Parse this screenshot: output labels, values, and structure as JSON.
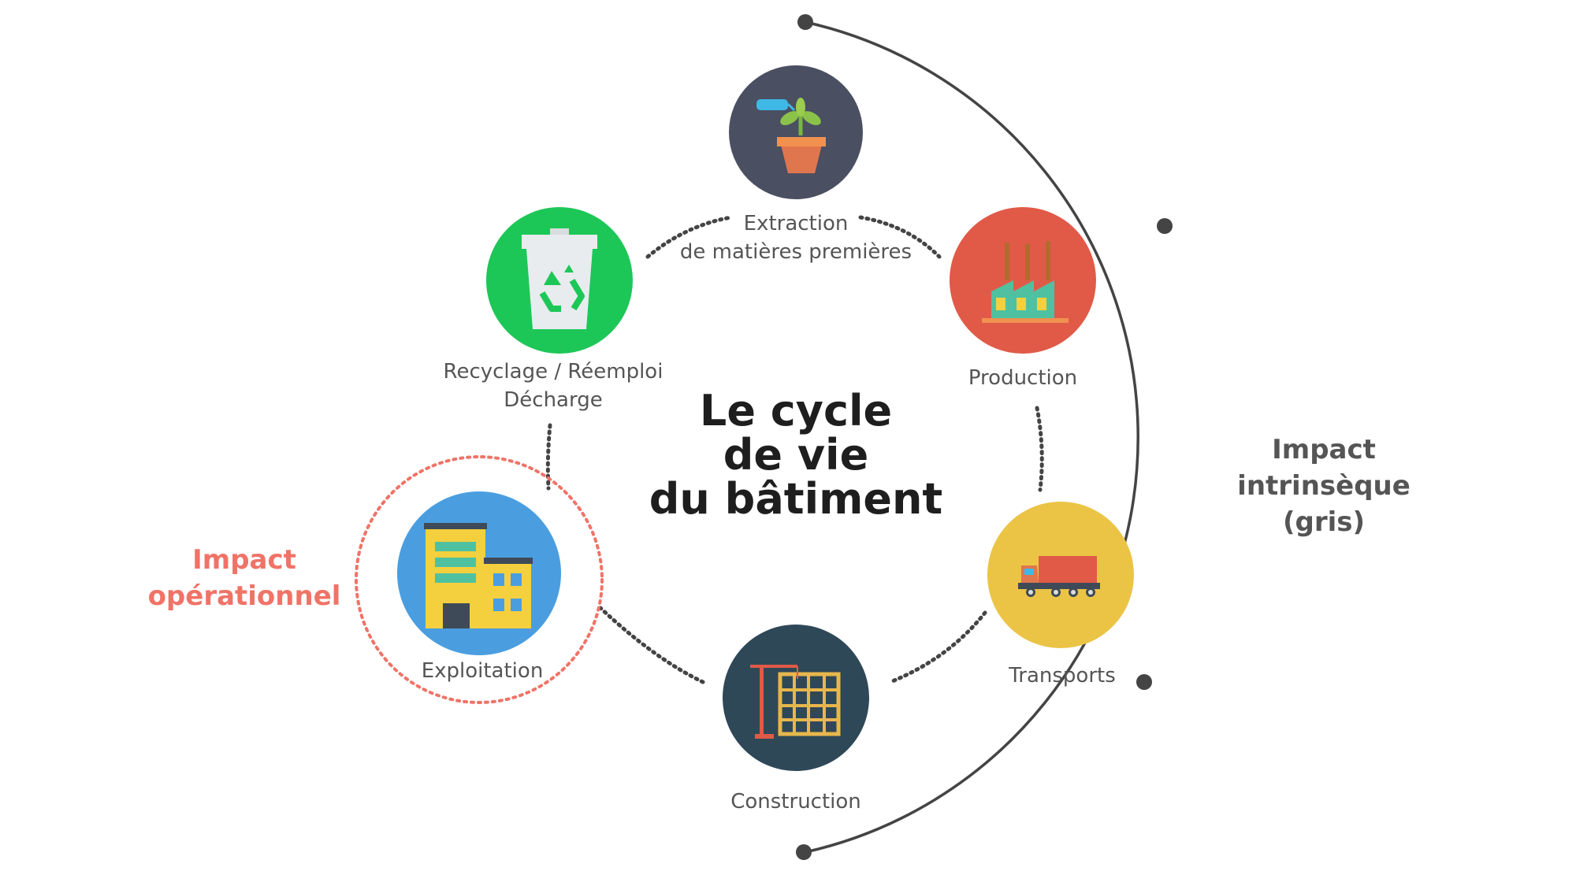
{
  "center_title": {
    "line1": "Le cycle",
    "line2": "de vie",
    "line3": "du bâtiment"
  },
  "stages": {
    "extraction": {
      "line1": "Extraction",
      "line2": "de matières premières",
      "color": "#4a4f61",
      "icon": "plant-pot-icon"
    },
    "production": {
      "label": "Production",
      "color": "#e05a47",
      "icon": "factory-icon"
    },
    "transports": {
      "label": "Transports",
      "color": "#ebc446",
      "icon": "truck-icon"
    },
    "construction": {
      "label": "Construction",
      "color": "#2f4858",
      "icon": "crane-building-icon"
    },
    "exploitation": {
      "label": "Exploitation",
      "color": "#4a9ee0",
      "icon": "office-building-icon"
    },
    "recyclage": {
      "line1": "Recyclage / Réemploi",
      "line2": "Décharge",
      "color": "#1dc757",
      "icon": "recycle-bin-icon"
    }
  },
  "impact_operationnel": {
    "line1": "Impact",
    "line2": "opérationnel",
    "color": "#f07367"
  },
  "impact_intrinseque": {
    "line1": "Impact",
    "line2": "intrinsèque",
    "line3": "(gris)",
    "color": "#555555"
  },
  "colors": {
    "text": "#555555",
    "title": "#1e1e1e",
    "arc": "#444444",
    "dots": "#444444",
    "ring": "#f07367"
  }
}
